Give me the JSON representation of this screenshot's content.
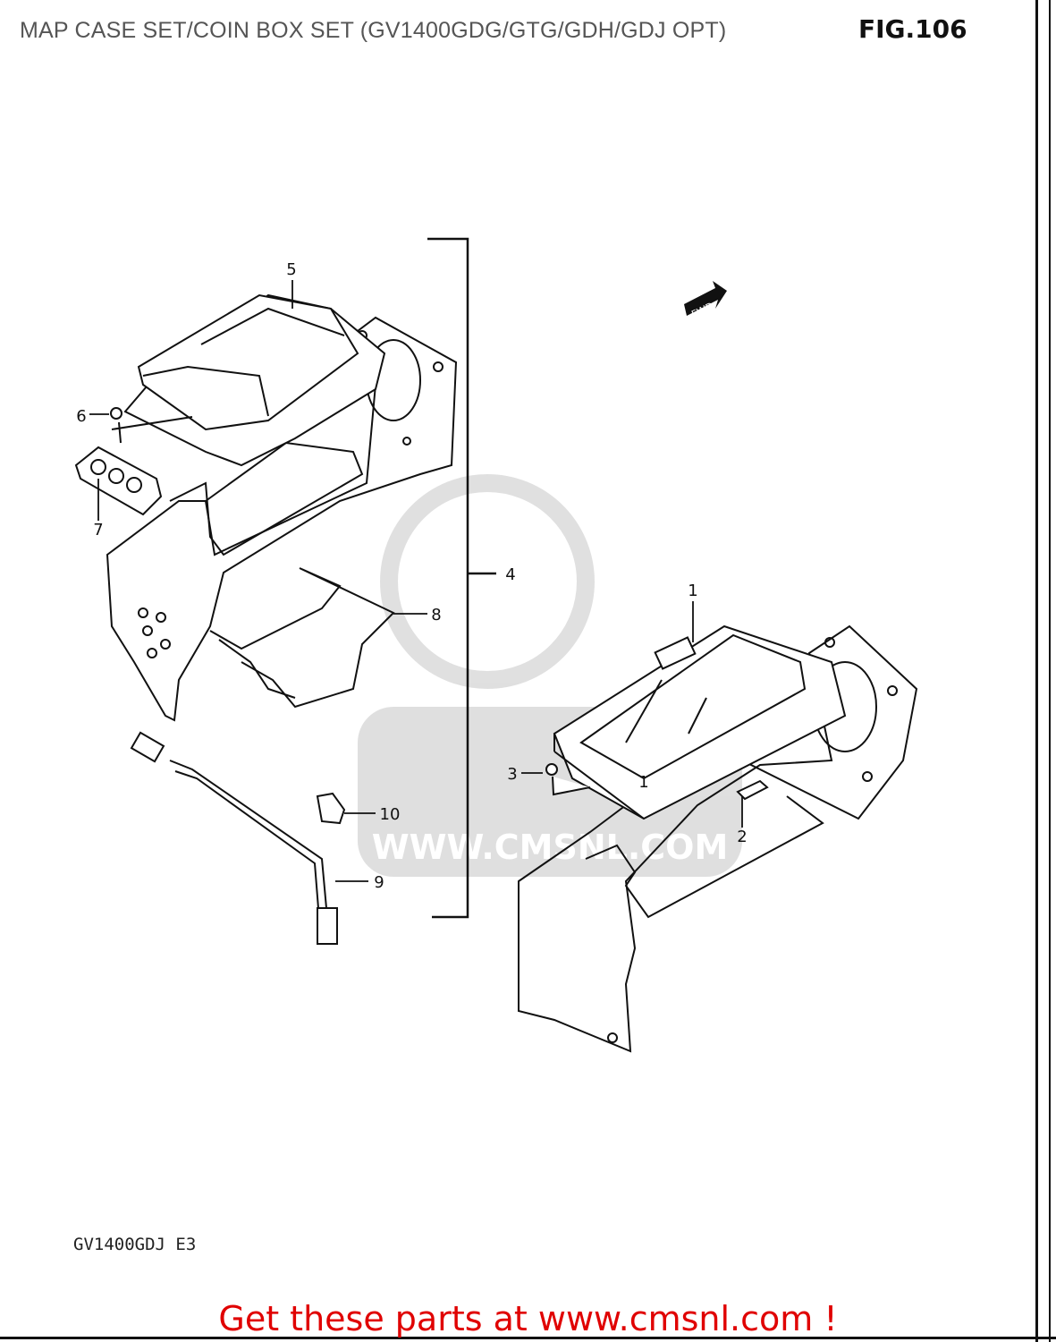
{
  "title": "MAP CASE SET/COIN BOX SET (GV1400GDG/GTG/GDH/GDJ OPT)",
  "figure_label": "FIG.106",
  "model_code": "GV1400GDJ E3",
  "footer_link": "Get these parts at www.cmsnl.com !",
  "watermark": "WWW.CMSNL.COM",
  "direction_marker": "FWD",
  "callouts": [
    "1",
    "2",
    "3",
    "4",
    "5",
    "6",
    "7",
    "8",
    "9",
    "10",
    "1"
  ],
  "colors": {
    "footer": "#e00000",
    "title": "#555555"
  }
}
